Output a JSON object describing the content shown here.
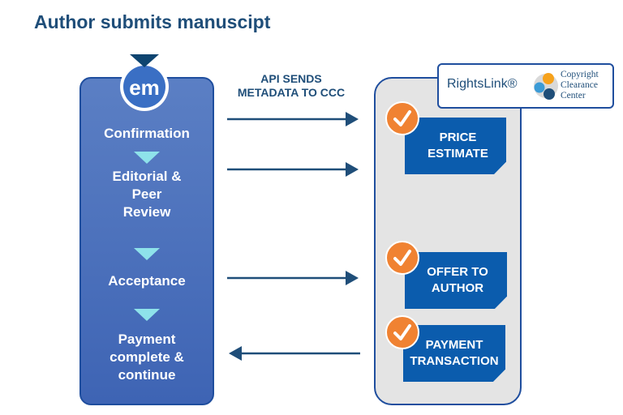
{
  "title": "Author submits manuscipt",
  "em_badge": {
    "text": "em"
  },
  "workflow_steps": [
    {
      "label": "Confirmation"
    },
    {
      "label": "Editorial & Peer Review"
    },
    {
      "label": "Acceptance"
    },
    {
      "label": "Payment complete & continue"
    }
  ],
  "api_label": "API SENDS METADATA TO CCC",
  "rightslink": {
    "brand": "RightsLink®",
    "ccc_lines": [
      "Copyright",
      "Clearance",
      "Center"
    ]
  },
  "rightslink_steps": [
    {
      "label": "PRICE ESTIMATE"
    },
    {
      "label": "OFFER TO AUTHOR"
    },
    {
      "label": "PAYMENT TRANSACTION"
    }
  ],
  "arrows": [
    {
      "from": "Confirmation",
      "direction": "right"
    },
    {
      "from": "Editorial & Peer Review",
      "direction": "right"
    },
    {
      "from": "Acceptance",
      "direction": "right"
    },
    {
      "from": "PAYMENT TRANSACTION",
      "direction": "left"
    }
  ],
  "colors": {
    "title": "#1f4e79",
    "left_panel": "#4a6fbb",
    "triangle": "#8ee2ea",
    "card": "#0b5cad",
    "check": "#f08232",
    "right_panel_bg": "#e4e4e4",
    "arrow": "#1f4e79"
  }
}
